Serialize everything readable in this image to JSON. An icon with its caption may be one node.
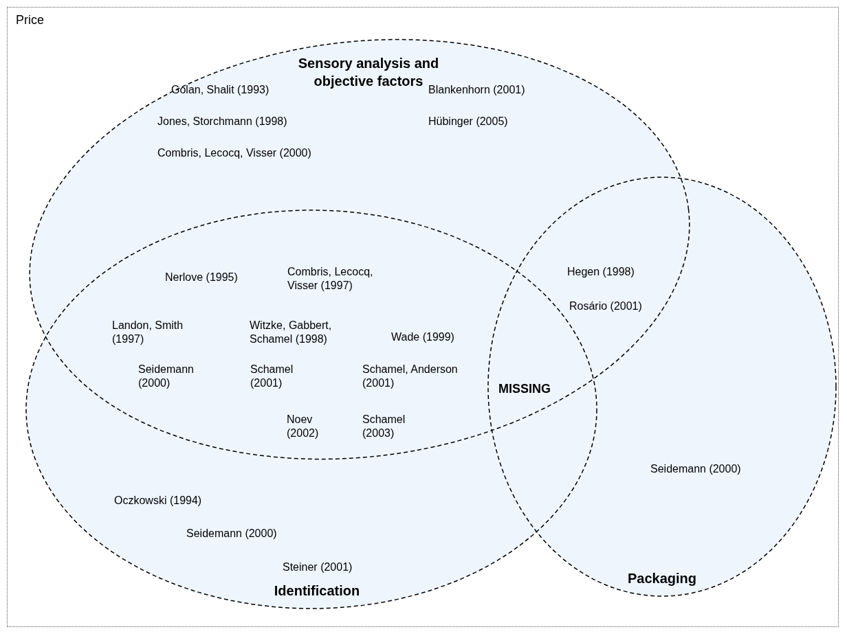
{
  "diagram": {
    "nodes": [
      {
        "text": [
          "Price"
        ]
      },
      {
        "text": [
          "Sensory analysis and objective factors"
        ],
        "in": 0
      },
      {
        "text": [
          "Identification"
        ],
        "in": 0
      },
      {
        "text": [
          "Packaging"
        ],
        "in": 0
      }
    ],
    "labels": [
      "Golan, Shalit (1993)",
      "Blankenhorn (2001)",
      "Jones, Storchmann (1998)",
      "Hübinger (2005)",
      "Combris, Lecocq, Visser (2000)",
      "Nerlove (1995)",
      "Combris, Lecocq, Visser (1997)",
      "Hegen (1998)",
      "Rosário (2001)",
      "Landon, Smith (1997)",
      "Witzke, Gabbert, Schamel (1998)",
      "Wade (1999)",
      "Seidemann (2000)",
      "Schamel (2001)",
      "Schamel, Anderson (2001)",
      "MISSING",
      "Noev (2002)",
      "Schamel (2003)",
      "Seidemann (2000)",
      "Oczkowski (1994)",
      "Seidemann (2000)",
      "Steiner (2001)"
    ]
  }
}
